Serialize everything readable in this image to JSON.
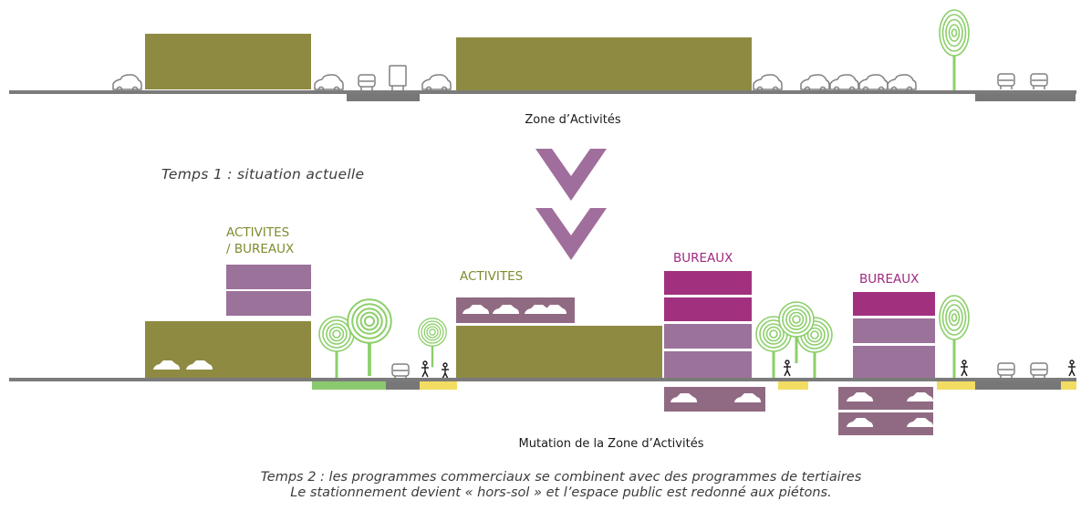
{
  "top": {
    "caption": "Zone d’Activités",
    "phase_label": "Temps 1 : situation actuelle"
  },
  "bottom": {
    "caption": "Mutation de la Zone d’Activités",
    "labels": {
      "activites_bureaux_line1": "ACTIVITES",
      "activites_bureaux_line2": "/ BUREAUX",
      "activites": "ACTIVITES",
      "bureaux_1": "BUREAUX",
      "bureaux_2": "BUREAUX"
    },
    "note_line1": "Temps 2 : les programmes commerciaux se combinent avec des programmes de tertiaires",
    "note_line2": "Le stationnement devient « hors-sol » et l’espace public est redonné aux piétons."
  },
  "colors": {
    "activity_olive": "#8e8a42",
    "office_magenta": "#a1317f",
    "office_mauve": "#9b729a",
    "parking_mauve": "#906a83",
    "arrow": "#a06e9c",
    "tree_green": "#8ccf6a",
    "ground": "#7b7b7b",
    "road": "#777777",
    "sidewalk_yellow": "#f3dc62",
    "green_strip": "#8bc96e"
  },
  "icons": [
    "car-icon",
    "van-icon",
    "truck-icon",
    "tree-icon",
    "pedestrian-icon",
    "chevron-down-icon"
  ]
}
